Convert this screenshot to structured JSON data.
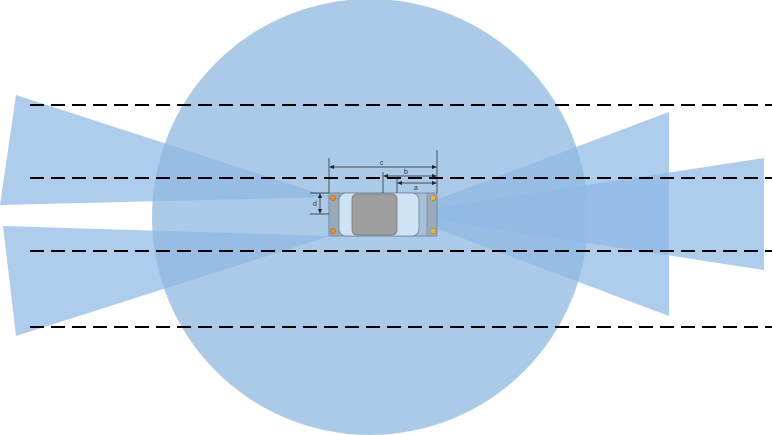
{
  "colors": {
    "coverage": "#a7c7e7",
    "coverage_overlap": "#6fa3d8",
    "lane_line": "#000000",
    "car_body": "#a9bfd6",
    "car_cabin": "#cfe3f6",
    "car_roof": "#9e9e9e",
    "sensor_rear": "#f08a2c",
    "sensor_front": "#f0b82c",
    "dimension": "#222222"
  },
  "dimensions": {
    "a": "a",
    "b": "b",
    "c": "c",
    "d": "d"
  }
}
